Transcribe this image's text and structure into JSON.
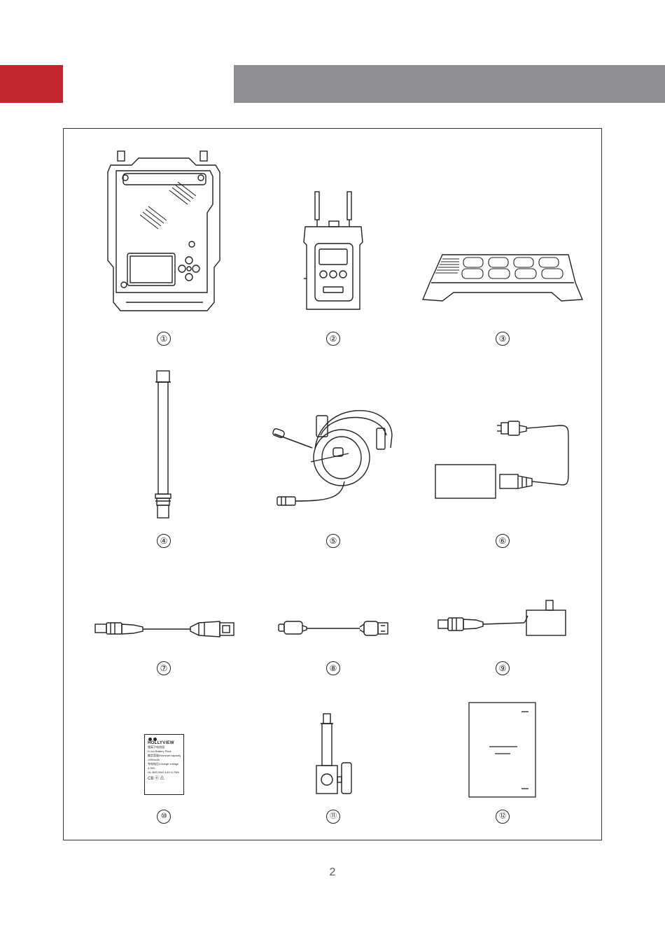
{
  "page_number": "2",
  "items": [
    {
      "number": "①",
      "icon": "receiver-base-station-icon"
    },
    {
      "number": "②",
      "icon": "beltpack-icon"
    },
    {
      "number": "③",
      "icon": "charging-dock-icon"
    },
    {
      "number": "④",
      "icon": "antenna-icon"
    },
    {
      "number": "⑤",
      "icon": "headset-icon"
    },
    {
      "number": "⑥",
      "icon": "power-cable-icon"
    },
    {
      "number": "⑦",
      "icon": "xlr-to-rj45-cable-icon"
    },
    {
      "number": "⑧",
      "icon": "usb-cable-icon"
    },
    {
      "number": "⑨",
      "icon": "xlr-power-adapter-icon"
    },
    {
      "number": "⑩",
      "icon": "battery-icon"
    },
    {
      "number": "⑪",
      "icon": "mounting-clamp-icon"
    },
    {
      "number": "⑫",
      "icon": "user-manual-icon"
    }
  ],
  "battery_label": {
    "brand": "HOLLYVIEW",
    "lines": [
      "锂离子电池组",
      "Li-ion Battery Pack",
      "额定容量/Nominal capacity",
      "1950mAh",
      "充电电压/Charge voltage",
      "4.35V",
      "HL-BAT1950  3.8V  6.7Wh"
    ],
    "marks": "CB  ⓔ  ⚠"
  }
}
